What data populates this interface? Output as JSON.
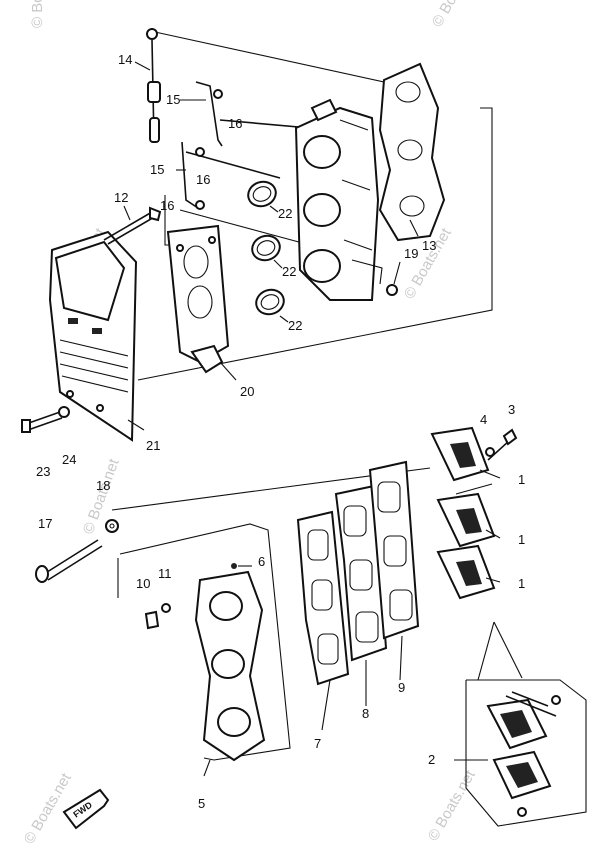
{
  "watermark": "© Boats.net",
  "callouts": {
    "c1": "1",
    "c1b": "1",
    "c1c": "1",
    "c2": "2",
    "c3": "3",
    "c4": "4",
    "c5": "5",
    "c6": "6",
    "c7": "7",
    "c8": "8",
    "c9": "9",
    "c10": "10",
    "c11": "11",
    "c12": "12",
    "c13": "13",
    "c14": "14",
    "c15": "15",
    "c15b": "15",
    "c16": "16",
    "c16b": "16",
    "c16c": "16",
    "c17": "17",
    "c18": "18",
    "c19": "19",
    "c20": "20",
    "c21": "21",
    "c22": "22",
    "c22b": "22",
    "c22c": "22",
    "c23": "23",
    "c24": "24"
  },
  "direction_badge": "FWD"
}
